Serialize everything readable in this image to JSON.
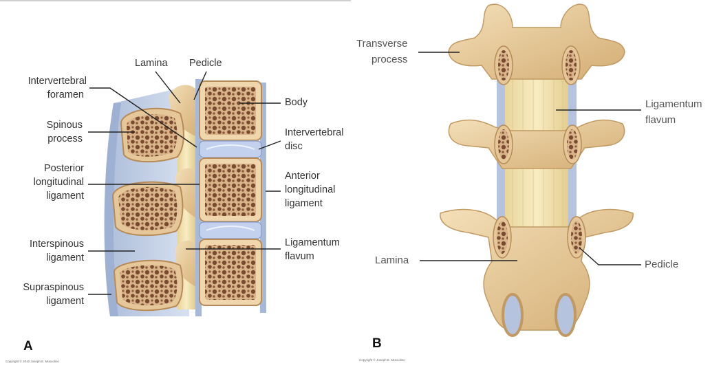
{
  "panel_a": {
    "letter": "A",
    "copyright": "Copyright © 2010 Joseph E. Muscolino",
    "labels": {
      "lamina": "Lamina",
      "pedicle": "Pedicle",
      "intervertebral_foramen": [
        "Intervertebral",
        "foramen"
      ],
      "spinous_process": [
        "Spinous",
        "process"
      ],
      "posterior_longitudinal_ligament": [
        "Posterior",
        "longitudinal",
        "ligament"
      ],
      "interspinous_ligament": [
        "Interspinous",
        "ligament"
      ],
      "supraspinous_ligament": [
        "Supraspinous",
        "ligament"
      ],
      "body": "Body",
      "intervertebral_disc": [
        "Intervertebral",
        "disc"
      ],
      "anterior_longitudinal_ligament": [
        "Anterior",
        "longitudinal",
        "ligament"
      ],
      "ligamentum_flavum": [
        "Ligamentum",
        "flavum"
      ]
    }
  },
  "panel_b": {
    "letter": "B",
    "copyright": "Copyright © Joseph E. Muscolino",
    "labels": {
      "transverse_process": [
        "Transverse",
        "process"
      ],
      "ligamentum_flavum": [
        "Ligamentum",
        "flavum"
      ],
      "lamina": "Lamina",
      "pedicle": "Pedicle"
    }
  },
  "colors": {
    "bone": "#e9cfa2",
    "bone_shadow": "#c9a36b",
    "cancellous": "#8b5a3c",
    "ligament": "#b9c8e0",
    "disc": "#c5d3ee",
    "flavum": "#f3e2a8",
    "leader_line": "#222222"
  }
}
